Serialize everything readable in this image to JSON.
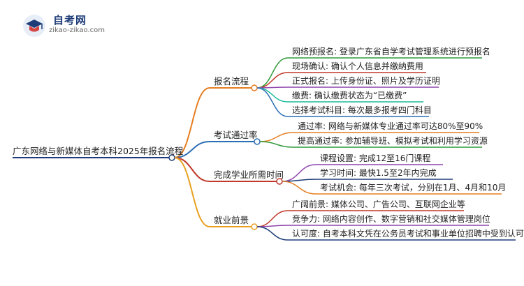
{
  "logo": {
    "title": "自考网",
    "subtitle": "zikao-zikao.com",
    "icon": "graduation-cap-logo-icon"
  },
  "root": {
    "label": "广东网络与新媒体自考本科2025年报名流程"
  },
  "colors": {
    "root": "#1e3c78",
    "registration": "#e67e22",
    "pass_rate": "#2d6fb4",
    "study_time": "#c0392b",
    "career": "#e8a020"
  },
  "branches": [
    {
      "label": "报名流程",
      "color": "#e67e22",
      "items": [
        {
          "label": "网络预报名: 登录广东省自学考试管理系统进行预报名",
          "color": "#2e9b3a"
        },
        {
          "label": "现场确认: 确认个人信息并缴纳费用",
          "color": "#c0392b"
        },
        {
          "label": "正式报名: 上传身份证、照片及学历证明",
          "color": "#8e44ad"
        },
        {
          "label": "缴费: 确认缴费状态为“已缴费”",
          "color": "#1abc9c"
        },
        {
          "label": "选择考试科目: 每次最多报考四门科目",
          "color": "#2d6fb4"
        }
      ]
    },
    {
      "label": "考试通过率",
      "color": "#2d6fb4",
      "items": [
        {
          "label": "通过率: 网络与新媒体专业通过率可达80%至90%",
          "color": "#e67e22"
        },
        {
          "label": "提高通过率: 参加辅导班、模拟考试和利用学习资源",
          "color": "#2e9b3a"
        }
      ]
    },
    {
      "label": "完成学业所需时间",
      "color": "#c0392b",
      "items": [
        {
          "label": "课程设置: 完成12至16门课程",
          "color": "#8e44ad"
        },
        {
          "label": "学习时间: 最快1.5至2年内完成",
          "color": "#1e3c78"
        },
        {
          "label": "考试机会: 每年三次考试，分别在1月、4月和10月",
          "color": "#e67e22"
        }
      ]
    },
    {
      "label": "就业前景",
      "color": "#e8a020",
      "items": [
        {
          "label": "广阔前景: 媒体公司、广告公司、互联网企业等",
          "color": "#c0392b"
        },
        {
          "label": "竞争力: 网络内容创作、数字营销和社交媒体管理岗位",
          "color": "#8e44ad"
        },
        {
          "label": "认可度: 自考本科文凭在公务员考试和事业单位招聘中受到认可",
          "color": "#1e3c78"
        }
      ]
    }
  ]
}
